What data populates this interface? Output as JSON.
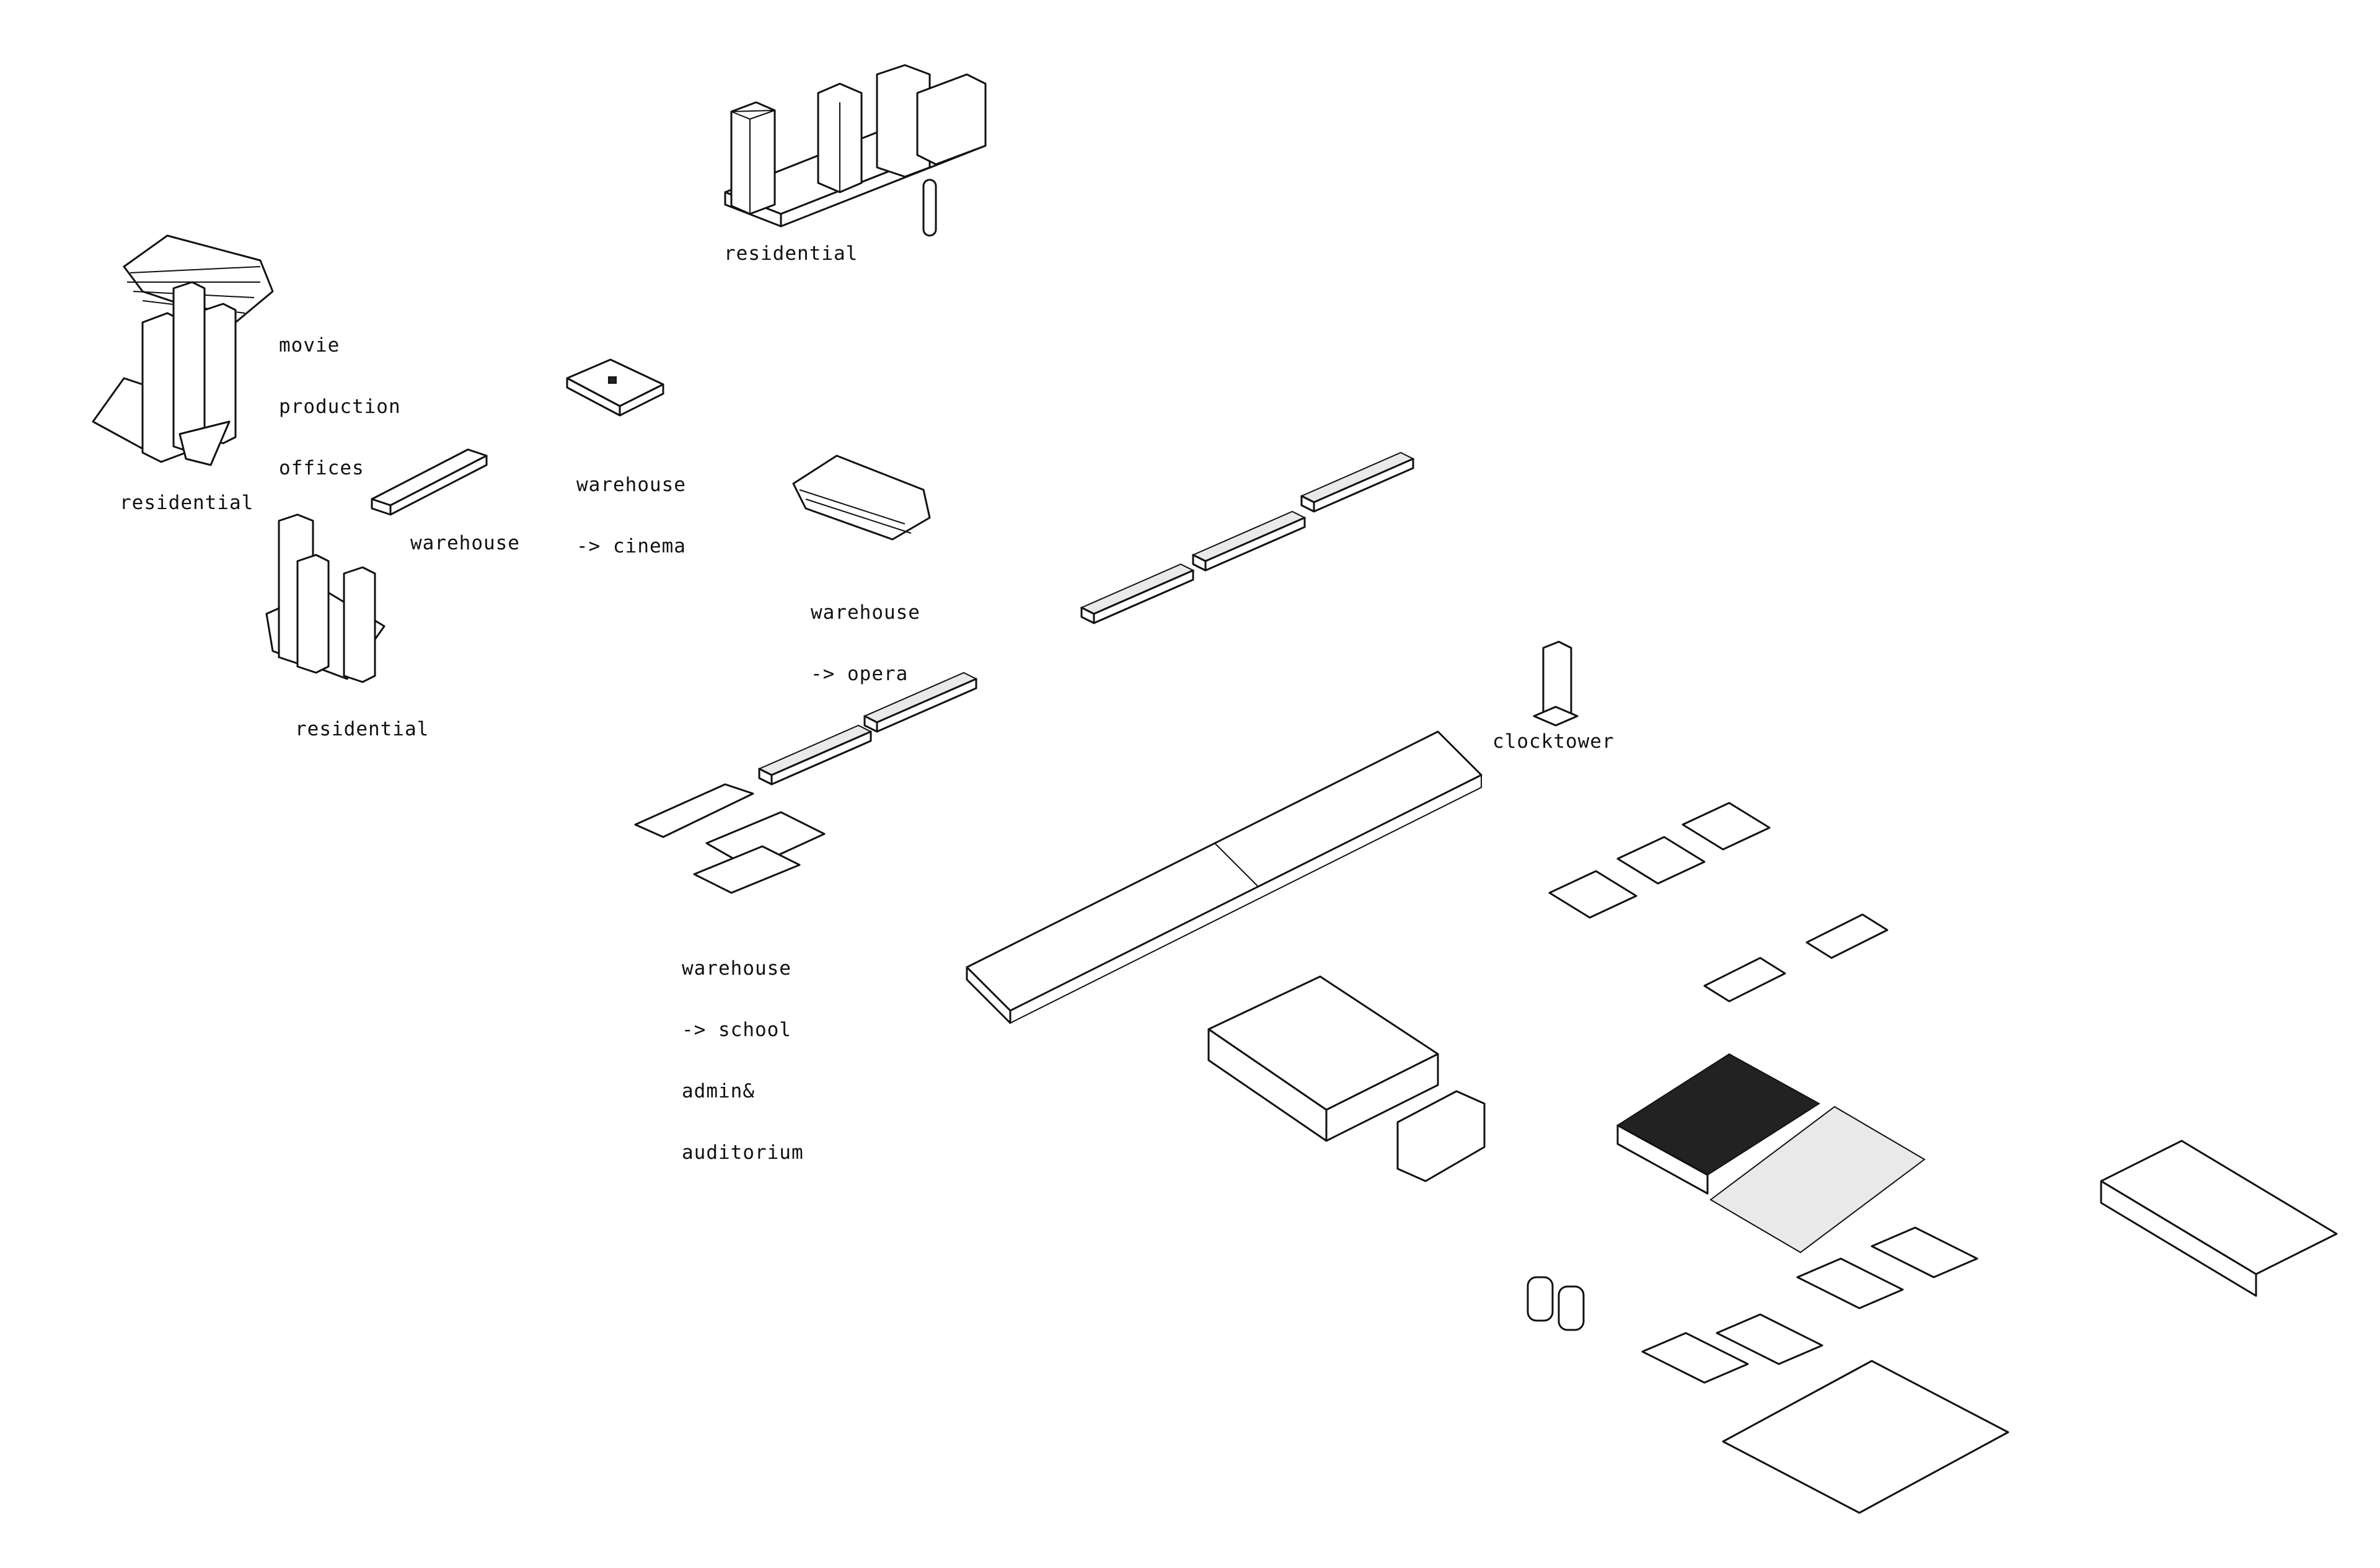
{
  "title": "",
  "colors": {
    "line": "#111111",
    "background": "#ffffff",
    "hatch": "#222222"
  },
  "labels": {
    "residential_top": [
      "residential"
    ],
    "movie": [
      "movie",
      "production",
      "offices"
    ],
    "residential_left": [
      "residential"
    ],
    "warehouse": [
      "warehouse"
    ],
    "warehouse_cinema": [
      "warehouse",
      "-> cinema"
    ],
    "warehouse_opera": [
      "warehouse",
      "-> opera"
    ],
    "residential_towers": [
      "residential"
    ],
    "warehouse_school": [
      "warehouse",
      "-> school",
      "admin&",
      "auditorium"
    ],
    "clocktower": [
      "clocktower"
    ]
  }
}
